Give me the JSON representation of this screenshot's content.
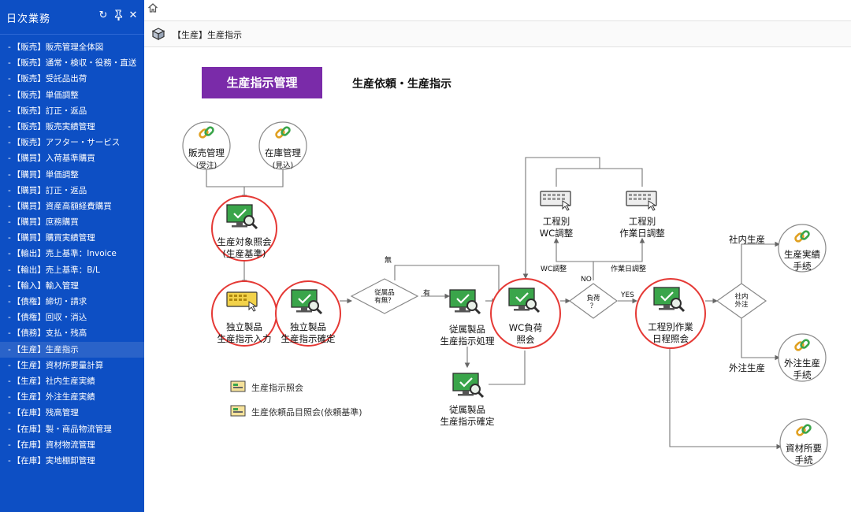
{
  "sidebar": {
    "title": "日次業務",
    "icons": [
      "refresh-icon",
      "pin-icon",
      "close-icon"
    ],
    "items": [
      {
        "label": "【販売】販売管理全体図"
      },
      {
        "label": "【販売】通常・検収・役務・直送"
      },
      {
        "label": "【販売】受託品出荷"
      },
      {
        "label": "【販売】単価調整"
      },
      {
        "label": "【販売】訂正・返品"
      },
      {
        "label": "【販売】販売実績管理"
      },
      {
        "label": "【販売】アフター・サービス"
      },
      {
        "label": "【購買】入荷基準購買"
      },
      {
        "label": "【購買】単価調整"
      },
      {
        "label": "【購買】訂正・返品"
      },
      {
        "label": "【購買】資産高額経費購買"
      },
      {
        "label": "【購買】庶務購買"
      },
      {
        "label": "【購買】購買実績管理"
      },
      {
        "label": "【輸出】売上基準：Invoice"
      },
      {
        "label": "【輸出】売上基準：B/L"
      },
      {
        "label": "【輸入】輸入管理"
      },
      {
        "label": "【債権】締切・請求"
      },
      {
        "label": "【債権】回収・消込"
      },
      {
        "label": "【債務】支払・残高"
      },
      {
        "label": "【生産】生産指示"
      },
      {
        "label": "【生産】資材所要量計算"
      },
      {
        "label": "【生産】社内生産実績"
      },
      {
        "label": "【生産】外注生産実績"
      },
      {
        "label": "【在庫】残高管理"
      },
      {
        "label": "【在庫】製・商品物流管理"
      },
      {
        "label": "【在庫】資材物流管理"
      },
      {
        "label": "【在庫】実地棚卸管理"
      }
    ],
    "active_index": 19
  },
  "breadcrumb": {
    "text": "【生産】生産指示"
  },
  "diagram": {
    "title": "生産指示管理",
    "subtitle": "生産依頼・生産指示",
    "nodes": {
      "sales": [
        "販売管理",
        "(受注)"
      ],
      "inventory": [
        "在庫管理",
        "(見込)"
      ],
      "target_inquiry": [
        "生産対象照会",
        "(生産基準)"
      ],
      "indep_input": [
        "独立製品",
        "生産指示入力"
      ],
      "indep_confirm": [
        "独立製品",
        "生産指示確定"
      ],
      "sub_decision": [
        "従属品",
        "有無？"
      ],
      "sub_process": [
        "従属製品",
        "生産指示処理"
      ],
      "sub_confirm": [
        "従属製品",
        "生産指示確定"
      ],
      "wc_load": [
        "WC負荷",
        "照会"
      ],
      "load_decision": [
        "負荷",
        "？"
      ],
      "wc_adjust": [
        "工程別",
        "WC調整"
      ],
      "day_adjust": [
        "工程別",
        "作業日調整"
      ],
      "schedule": [
        "工程別作業",
        "日程照会"
      ],
      "inhouse_decision": [
        "社内",
        "外注"
      ],
      "inhouse_result": [
        "生産実績",
        "手続"
      ],
      "outsource_result": [
        "外注生産",
        "手続"
      ],
      "material": [
        "資材所要",
        "手続"
      ]
    },
    "edge_labels": {
      "none": "無",
      "yes_has": "有",
      "no": "NO",
      "yes": "YES",
      "wc_adjust": "WC調整",
      "day_adjust": "作業日調整",
      "inhouse": "社内生産",
      "outsource": "外注生産"
    },
    "legend": [
      "生産指示照会",
      "生産依頼品目照会(依頼基準)"
    ],
    "colors": {
      "title_bg": "#7a2ba9",
      "highlight_ring": "#e53935",
      "screen_green": "#3aa54a",
      "sidebar_bg": "#0d4fc4"
    }
  }
}
